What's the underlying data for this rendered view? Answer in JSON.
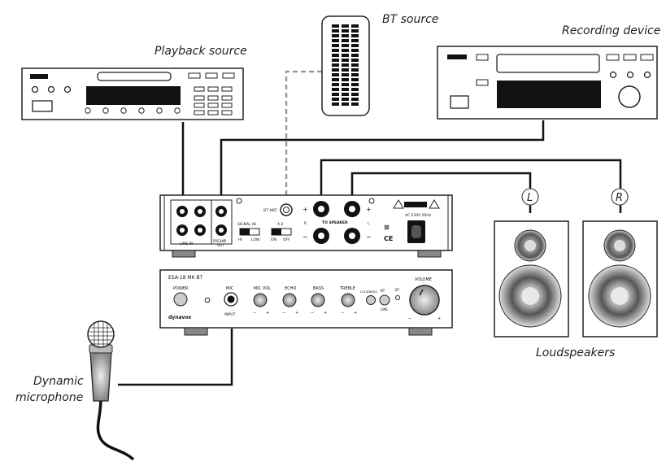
{
  "labels": {
    "playback_source": "Playback source",
    "bt_source": "BT source",
    "recording_device": "Recording device",
    "loudspeakers": "Loudspeakers",
    "mic_line1": "Dynamic",
    "mic_line2": "microphone",
    "left": "L",
    "right": "R"
  },
  "amp_rear": {
    "line_in": "LINE IN",
    "preamp_out1": "PREAMP",
    "preamp_out2": "OUT",
    "signal_in": "SIGNAL IN",
    "hi": "HI",
    "low": "LOW",
    "a2": "A-2",
    "on": "ON",
    "off": "OFF",
    "bt_ant": "BT ANT.",
    "to_speaker": "TO SPEAKER",
    "ac": "AC 230V 50Hz",
    "ce": "CE",
    "r": "R",
    "l": "L",
    "plus": "+",
    "minus": "−"
  },
  "amp_front": {
    "model": "ESA-18 MK BT",
    "power": "POWER",
    "mic": "MIC",
    "input": "INPUT",
    "mic_vol": "MIC VOL",
    "echo": "ECHO",
    "bass": "BASS",
    "treble": "TREBLE",
    "loudness": "LOUDNESS",
    "bt": "BT",
    "line": "LINE",
    "volume": "VOLUME",
    "brand": "dynavox",
    "minus": "−",
    "plus": "+"
  },
  "colors": {
    "device_stroke": "#222222",
    "display": "#111111",
    "wire": "#111111",
    "bt_link": "#999999"
  }
}
